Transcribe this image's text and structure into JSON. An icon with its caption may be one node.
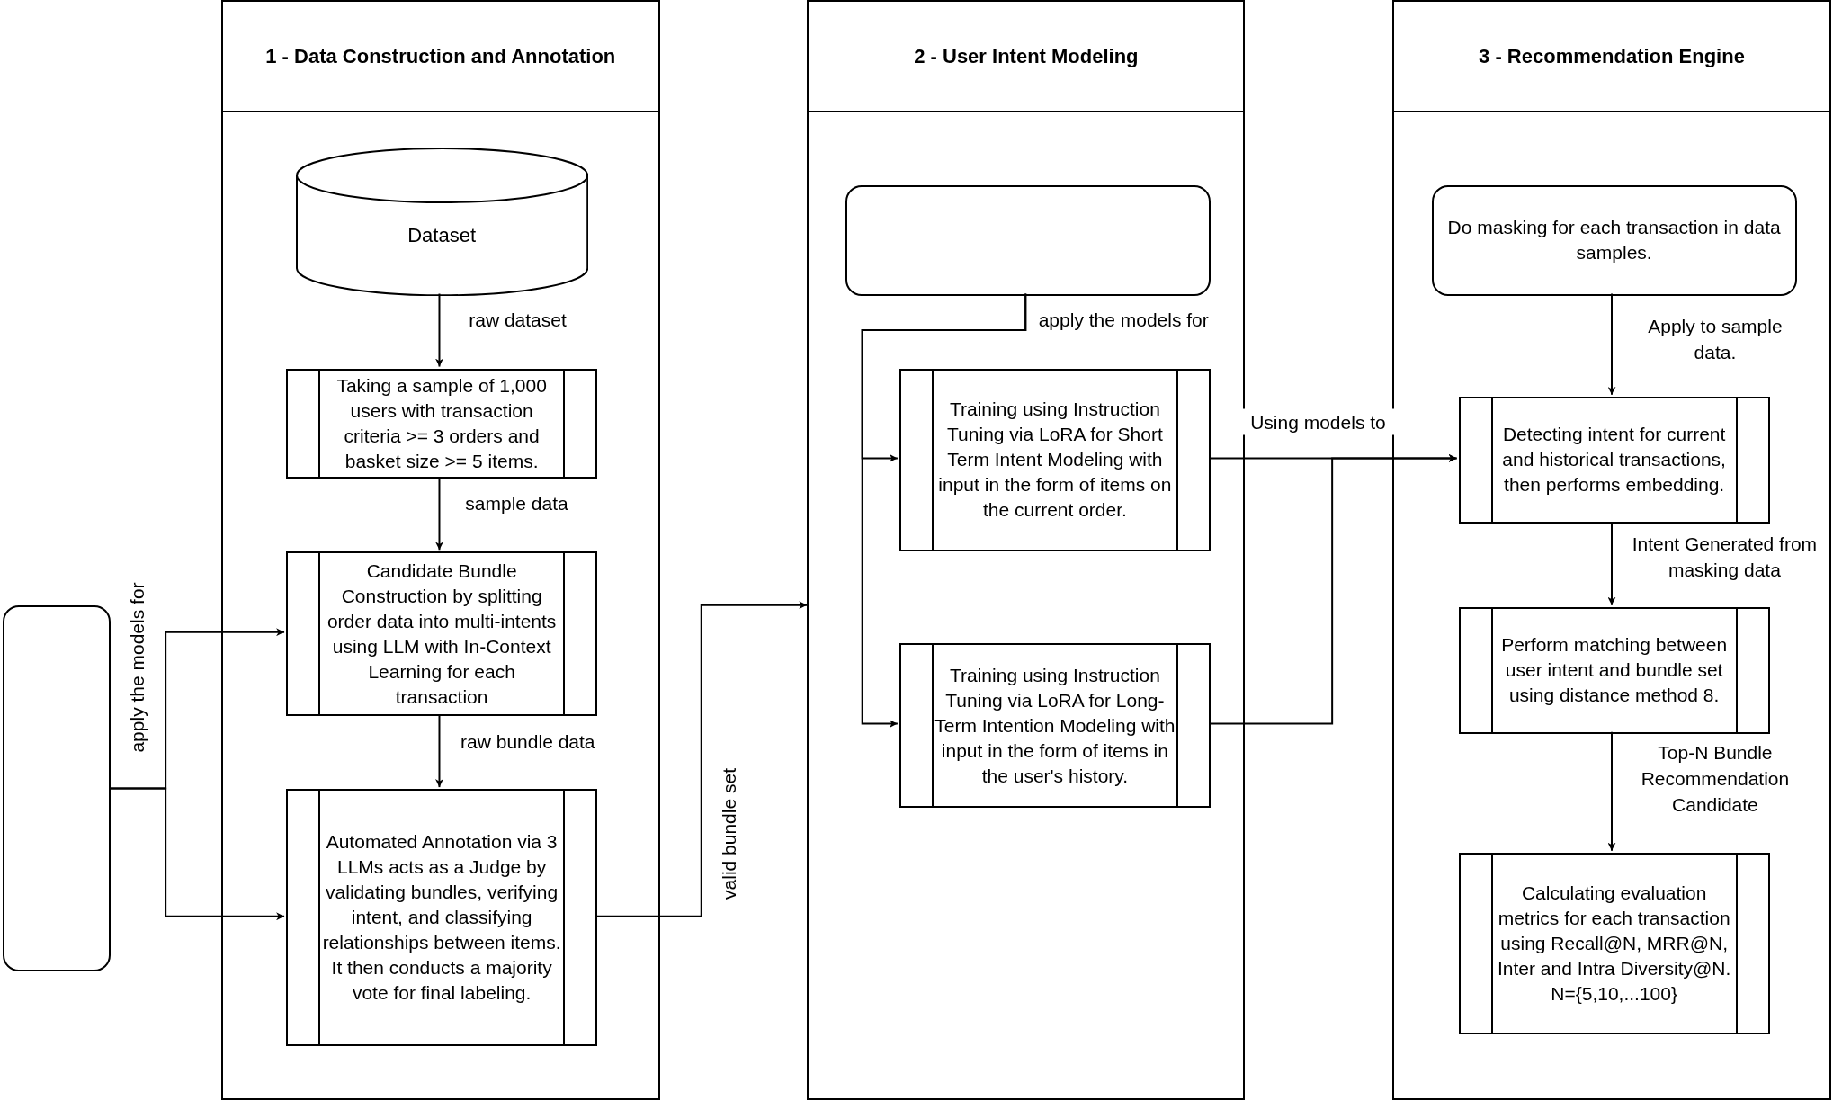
{
  "diagram": {
    "nodes": [
      {
        "text": [
          "1 - Data Construction and Annotation"
        ]
      },
      {
        "text": [
          "Dataset"
        ],
        "in": 0
      },
      {
        "text": [
          "Taking a sample of 1,000 users with transaction criteria >= 3 orders and basket size >= 5 items."
        ],
        "in": 0
      },
      {
        "text": [
          "Candidate Bundle Construction by splitting order data into multi-intents using LLM with In-Context Learning for each transaction"
        ],
        "in": 0
      },
      {
        "text": [
          "Automated Annotation via 3 LLMs acts as a Judge by validating bundles, verifying intent, and classifying relationships between items. It then conducts a majority vote for final labeling."
        ],
        "in": 0
      },
      {
        "text": [],
        "shape": "box"
      },
      {
        "text": [
          "2 - User Intent Modeling"
        ]
      },
      {
        "text": [],
        "shape": "box",
        "in": 6
      },
      {
        "text": [
          "Training using Instruction Tuning via LoRA for Short Term Intent Modeling with input in the form of items on the current order."
        ],
        "in": 6
      },
      {
        "text": [
          "Training using Instruction Tuning via LoRA for Long-Term Intention Modeling with input in the form of items in the user's history."
        ],
        "in": 6
      },
      {
        "text": [
          "3 - Recommendation Engine"
        ]
      },
      {
        "text": [
          "Do masking for each transaction in data samples."
        ],
        "in": 10
      },
      {
        "text": [
          "Detecting intent for current and historical transactions, then performs embedding."
        ],
        "in": 10
      },
      {
        "text": [
          "Perform matching between user intent and bundle set using distance method 8."
        ],
        "in": 10
      },
      {
        "text": [
          "Calculating evaluation metrics for each transaction using Recall@N, MRR@N, Inter and Intra Diversity@N. N={5,10,...100}"
        ],
        "in": 10
      }
    ],
    "edges": [
      {
        "from": 1,
        "to": 2,
        "arrow": "to",
        "label": "raw dataset"
      },
      {
        "from": 2,
        "to": 3,
        "arrow": "to",
        "label": "sample data"
      },
      {
        "from": 3,
        "to": 4,
        "arrow": "to",
        "label": "raw bundle data"
      },
      {
        "from": 5,
        "to": 3,
        "arrow": "to",
        "label": "apply the models for"
      },
      {
        "from": 5,
        "to": 4,
        "arrow": "to"
      },
      {
        "from": 4,
        "to": 6,
        "arrow": "to",
        "label": "valid bundle set"
      },
      {
        "from": 7,
        "to": 8,
        "arrow": "to",
        "label": "apply the models for"
      },
      {
        "from": 7,
        "to": 9,
        "arrow": "to"
      },
      {
        "from": 8,
        "to": 12,
        "arrow": "to",
        "label": "Using models to"
      },
      {
        "from": 9,
        "to": 12,
        "arrow": "to"
      },
      {
        "from": 11,
        "to": 12,
        "arrow": "to",
        "label": "Apply to sample data."
      },
      {
        "from": 12,
        "to": 13,
        "arrow": "to",
        "label": "Intent Generated from masking data"
      },
      {
        "from": 13,
        "to": 14,
        "arrow": "to",
        "label": "Top-N Bundle Recommendation Candidate"
      }
    ]
  }
}
